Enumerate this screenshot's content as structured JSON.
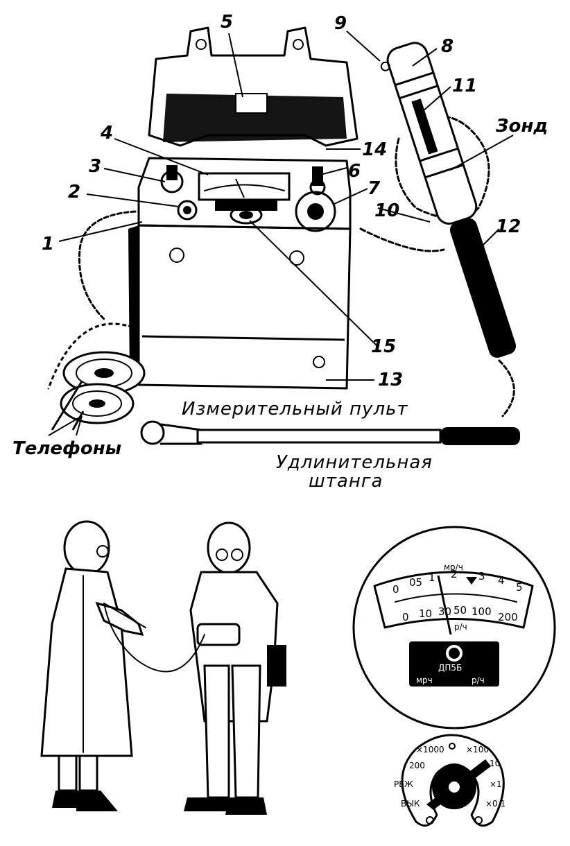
{
  "callouts": [
    "1",
    "2",
    "3",
    "4",
    "5",
    "6",
    "7",
    "8",
    "9",
    "10",
    "11",
    "12",
    "13",
    "14",
    "15"
  ],
  "labels": {
    "probe": "Зонд",
    "console": "Измерительный пульт",
    "phones": "Телефоны",
    "rod_line1": "Удлинительная",
    "rod_line2": "штанга"
  },
  "meter": {
    "unit_top": "мр/ч",
    "upper_scale": [
      "0",
      "05",
      "1",
      "2",
      "3",
      "4",
      "5"
    ],
    "lower_scale": [
      "0",
      "10",
      "30",
      "50",
      "100",
      "200"
    ],
    "unit_bottom": "р/ч",
    "plate_line1": "ДП5Б",
    "plate_line2": "мрч",
    "plate_line3": "р/ч"
  },
  "switch": {
    "positions": [
      "×1000",
      "×100",
      "200",
      "10",
      "РЕЖ",
      "×1",
      "ВЫК",
      "×0.1"
    ]
  }
}
